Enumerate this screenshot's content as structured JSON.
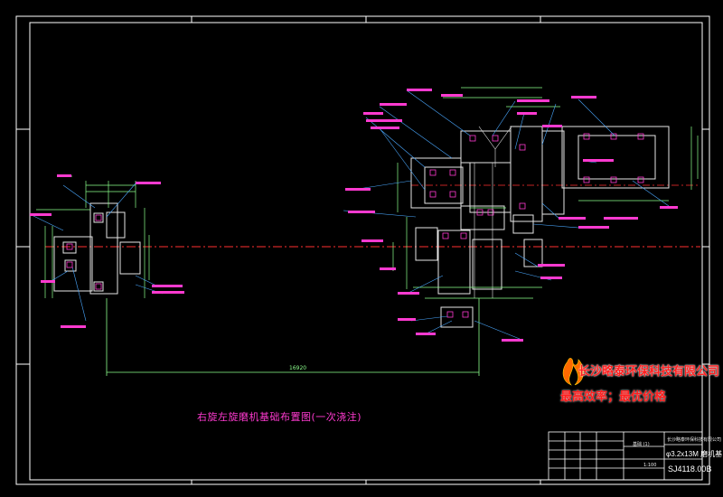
{
  "drawing": {
    "title": "右旋左旋磨机基础布置图(一次浇注)",
    "overall_dimension": "16920",
    "colors": {
      "background": "#000000",
      "frame": "#ffffff",
      "foundation": "#e6e6e6",
      "dimension": "#8cff8c",
      "centerline": "#ff3030",
      "label": "#ff3ad0",
      "leader": "#4aa8ff"
    }
  },
  "company": {
    "name": "长沙略泰环保科技有限公司",
    "slogan": "最高效率；最优价格",
    "logo_icon": "flame-logo-icon"
  },
  "title_block": {
    "equipment": "φ3.2x13M 磨机基",
    "drawing_number": "SJ4118.00B",
    "scale_label": "基础 (1)",
    "org_label": "长沙略泰环保科技有限公司",
    "ratio_label": "1:100"
  }
}
